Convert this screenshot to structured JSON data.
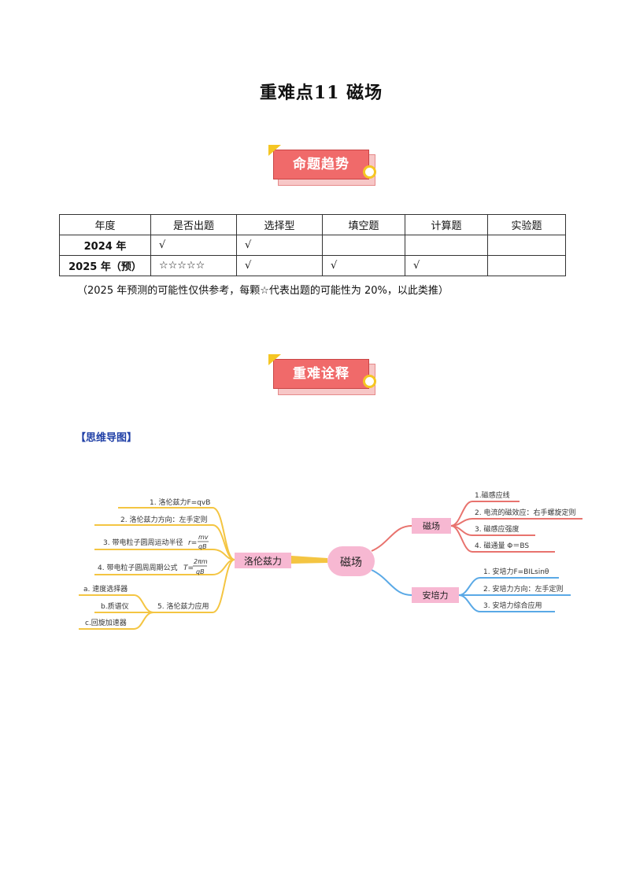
{
  "title": "重难点11  磁场",
  "badge1": "命题趋势",
  "badge2": "重难诠释",
  "table": {
    "headers": [
      "年度",
      "是否出题",
      "选择型",
      "填空题",
      "计算题",
      "实验题"
    ],
    "rows": [
      [
        "2024 年",
        "√",
        "√",
        "",
        "",
        ""
      ],
      [
        "2025 年（预）",
        "☆☆☆☆☆",
        "√",
        "√",
        "√",
        ""
      ]
    ]
  },
  "note": "（2025 年预测的可能性仅供参考，每颗☆代表出题的可能性为 20%，以此类推）",
  "section_label": "【思维导图】",
  "mindmap": {
    "center": "磁场",
    "colors": {
      "left": "#f4c542",
      "right_top": "#e8736e",
      "right_bottom": "#5aa9e6",
      "node_fill": "#f7b8d2"
    },
    "left_branch": {
      "label": "洛伦兹力",
      "items": [
        "1. 洛伦兹力F=qvB",
        "2. 洛伦兹力方向：左手定则",
        "3. 带电粒子圆周运动半径",
        "4. 带电粒子圆周周期公式",
        "5. 洛伦兹力应用"
      ],
      "formula_r": {
        "lhs": "r=",
        "num": "mv",
        "den": "qB"
      },
      "formula_t": {
        "lhs": "T=",
        "num": "2πm",
        "den": "qB"
      },
      "sub_items": [
        "a. 速度选择器",
        "b.质谱仪",
        "c.回旋加速器"
      ]
    },
    "right_top": {
      "label": "磁场",
      "items": [
        "1.磁感应线",
        "2. 电流的磁效应：右手螺旋定则",
        "3. 磁感应强度",
        "4. 磁通量 Φ＝BS"
      ]
    },
    "right_bottom": {
      "label": "安培力",
      "items": [
        "1. 安培力F=BILsinθ",
        "2. 安培力方向：左手定则",
        "3. 安培力综合应用"
      ]
    }
  }
}
